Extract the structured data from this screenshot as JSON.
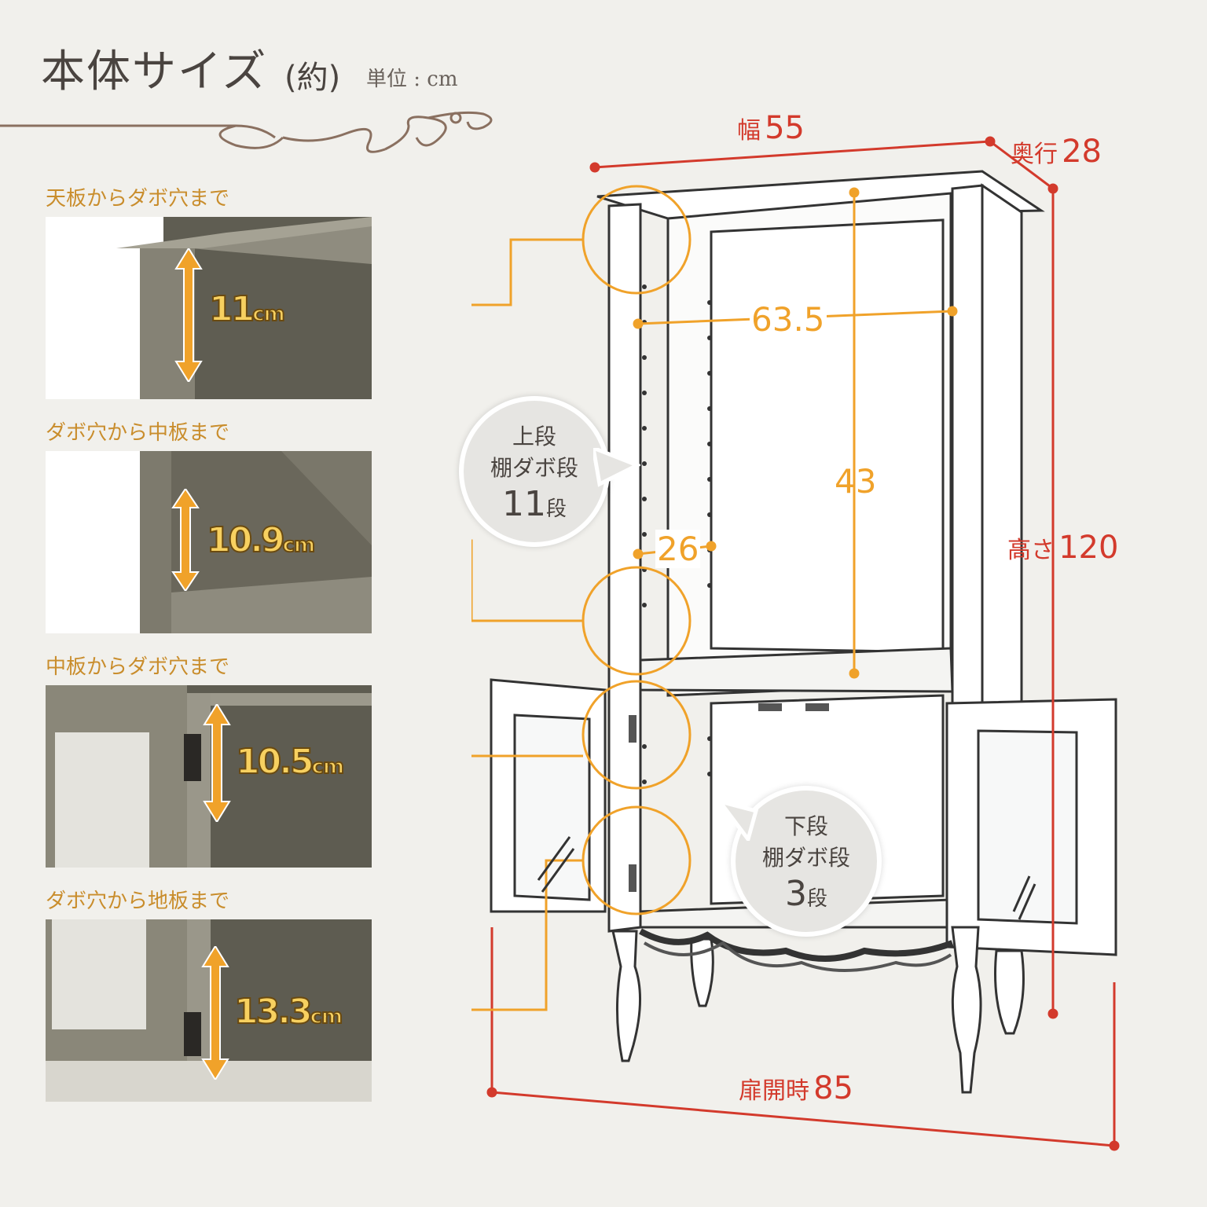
{
  "header": {
    "title": "本体サイズ",
    "title_note": "(約)",
    "unit": "単位 : cm"
  },
  "photos": [
    {
      "label": "天板からダボ穴まで",
      "value": "11",
      "unit": "cm"
    },
    {
      "label": "ダボ穴から中板まで",
      "value": "10.9",
      "unit": "cm"
    },
    {
      "label": "中板からダボ穴まで",
      "value": "10.5",
      "unit": "cm"
    },
    {
      "label": "ダボ穴から地板まで",
      "value": "13.3",
      "unit": "cm"
    }
  ],
  "dimensions": {
    "width_label": "幅",
    "width_value": "55",
    "depth_label": "奥行",
    "depth_value": "28",
    "height_label": "高さ",
    "height_value": "120",
    "open_label": "扉開時",
    "open_value": "85",
    "inner_width": "63.5",
    "inner_height": "43",
    "inner_depth": "26"
  },
  "bubbles": {
    "upper": {
      "line1": "上段",
      "line2": "棚ダボ段",
      "count": "11",
      "suffix": "段"
    },
    "lower": {
      "line1": "下段",
      "line2": "棚ダボ段",
      "count": "3",
      "suffix": "段"
    }
  },
  "colors": {
    "background": "#f1f0ec",
    "accent_orange": "#f0a22a",
    "dimension_red": "#d33a2c",
    "text_dark": "#4a4440",
    "photo_gray": "#6d6a5e"
  }
}
